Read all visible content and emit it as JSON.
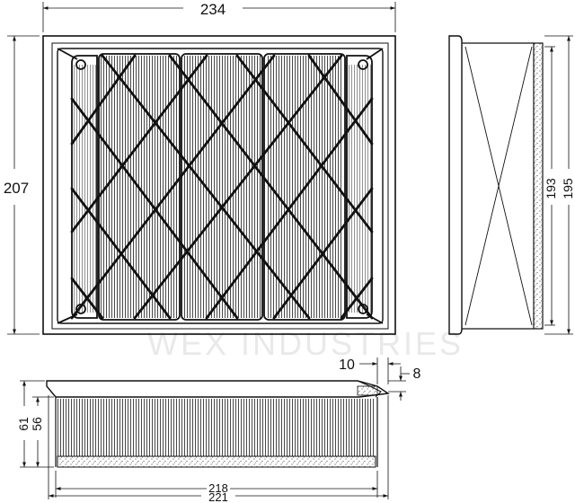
{
  "watermark": {
    "brand": "WEX INDUSTRIES"
  },
  "dimensions": {
    "top_width": "234",
    "left_height": "207",
    "side_inner_height": "193",
    "side_outer_height": "195",
    "rim_width": "10",
    "seal_width": "8",
    "total_height": "61",
    "pleat_height": "56",
    "inner_length": "218",
    "outer_length": "221"
  },
  "colors": {
    "line": "#111111",
    "watermark": "#e9e9e9"
  }
}
